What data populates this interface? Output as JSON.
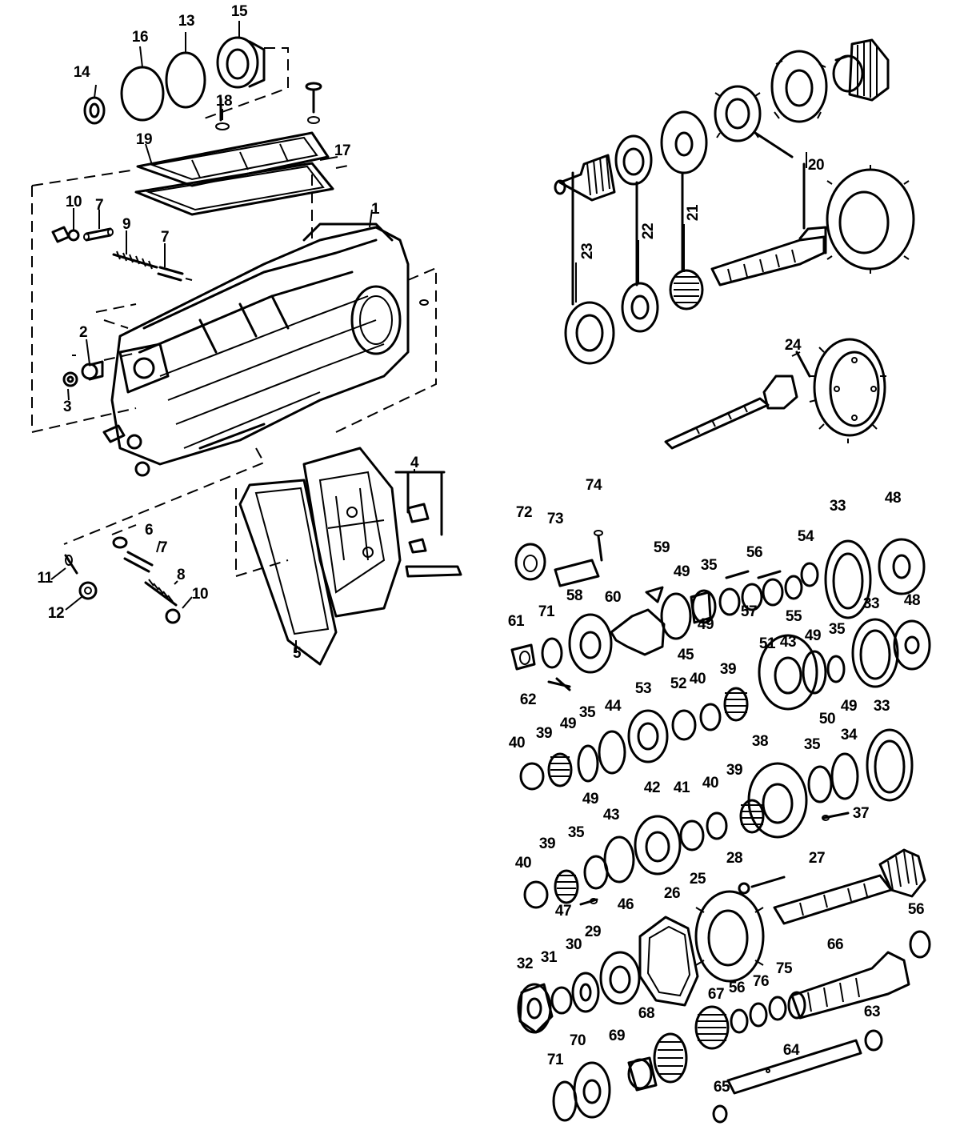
{
  "labels": {
    "p1": "1",
    "p2": "2",
    "p3": "3",
    "p4": "4",
    "p5": "5",
    "p6": "6",
    "p7": "7",
    "p8": "8",
    "p9": "9",
    "p10": "10",
    "p11": "11",
    "p12": "12",
    "p13": "13",
    "p14": "14",
    "p15": "15",
    "p16": "16",
    "p17": "17",
    "p18": "18",
    "p19": "19",
    "p20": "20",
    "p21": "21",
    "p22": "22",
    "p23": "23",
    "p24": "24",
    "p25": "25",
    "p26": "26",
    "p27": "27",
    "p28": "28",
    "p29": "29",
    "p30": "30",
    "p31": "31",
    "p32": "32",
    "p33": "33",
    "p34": "34",
    "p35": "35",
    "p37": "37",
    "p38": "38",
    "p39": "39",
    "p40": "40",
    "p41": "41",
    "p42": "42",
    "p43": "43",
    "p44": "44",
    "p45": "45",
    "p46": "46",
    "p47": "47",
    "p48": "48",
    "p49": "49",
    "p50": "50",
    "p51": "51",
    "p52": "52",
    "p53": "53",
    "p54": "54",
    "p55": "55",
    "p56": "56",
    "p57": "57",
    "p58": "58",
    "p59": "59",
    "p60": "60",
    "p61": "61",
    "p62": "62",
    "p63": "63",
    "p64": "64",
    "p65": "65",
    "p66": "66",
    "p67": "67",
    "p68": "68",
    "p69": "69",
    "p70": "70",
    "p71": "71",
    "p72": "72",
    "p73": "73",
    "p74": "74",
    "p75": "75",
    "p76": "76"
  },
  "colors": {
    "ink": "#000000",
    "paper": "#ffffff"
  }
}
